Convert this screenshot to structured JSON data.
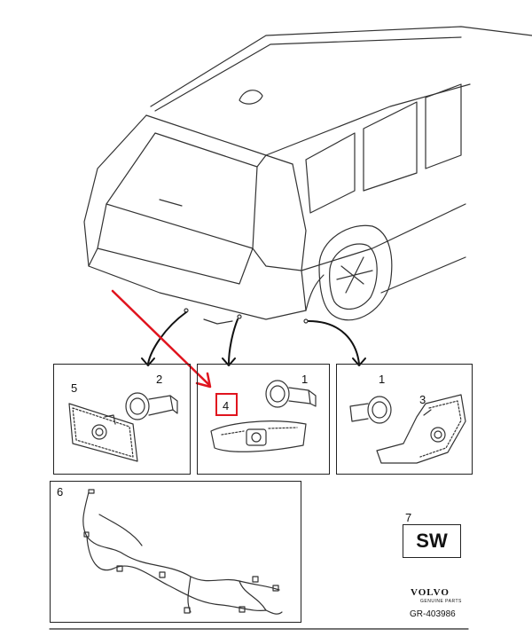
{
  "callouts": {
    "panel_left": {
      "sensor": "2",
      "bracket": "5"
    },
    "panel_middle": {
      "sensor": "1",
      "bracket": "4"
    },
    "panel_right": {
      "sensor": "1",
      "bracket": "3"
    },
    "harness": "6",
    "software": "7"
  },
  "software_label": "SW",
  "brand": {
    "name": "VOLVO",
    "tagline": "GENUINE PARTS"
  },
  "drawing_code": "GR-403986",
  "colors": {
    "highlight": "#e0141e",
    "line": "#333333"
  }
}
